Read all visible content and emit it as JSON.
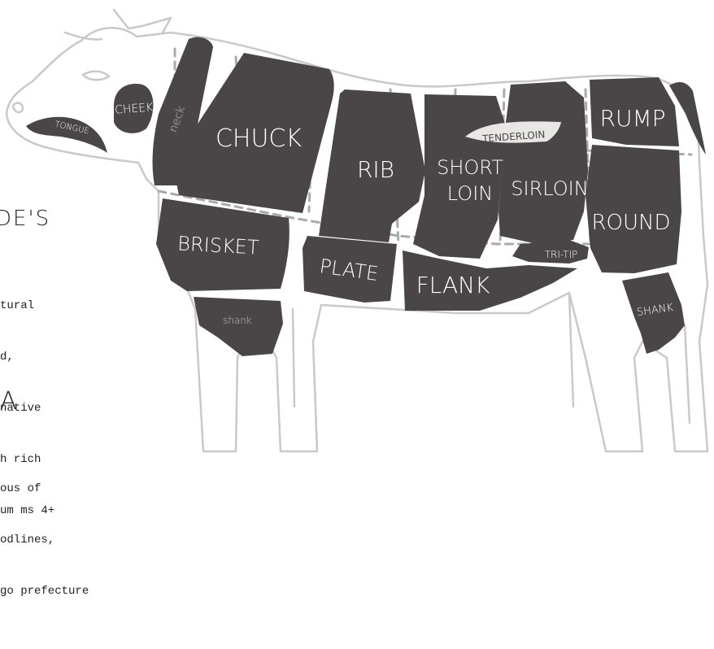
{
  "sidebar": {
    "section1": {
      "heading": "DE'S",
      "lines": [
        "tural",
        "d,",
        "native",
        "h rich",
        "um ms 4+"
      ]
    },
    "section2": {
      "heading": "A",
      "lines": [
        "ous of",
        "odlines,",
        "go prefecture"
      ]
    }
  },
  "cuts": {
    "cheek": "CHEEK",
    "tongue": "TONGUE",
    "neck": "neck",
    "chuck": "CHUCK",
    "rib": "RIB",
    "short_loin_1": "SHORT",
    "short_loin_2": "LOIN",
    "tenderloin": "TENDERLOIN",
    "sirloin": "SIRLOIN",
    "rump": "RUMP",
    "round": "ROUND",
    "brisket": "BRISKET",
    "plate": "PLATE",
    "flank": "FLANK",
    "tri_tip": "TRI-TIP",
    "shank_front": "shank",
    "shank_rear": "SHANK"
  },
  "colors": {
    "cut_fill": "#4a4546",
    "outline": "#c9c9c9",
    "dashes": "#aaaaaa"
  }
}
